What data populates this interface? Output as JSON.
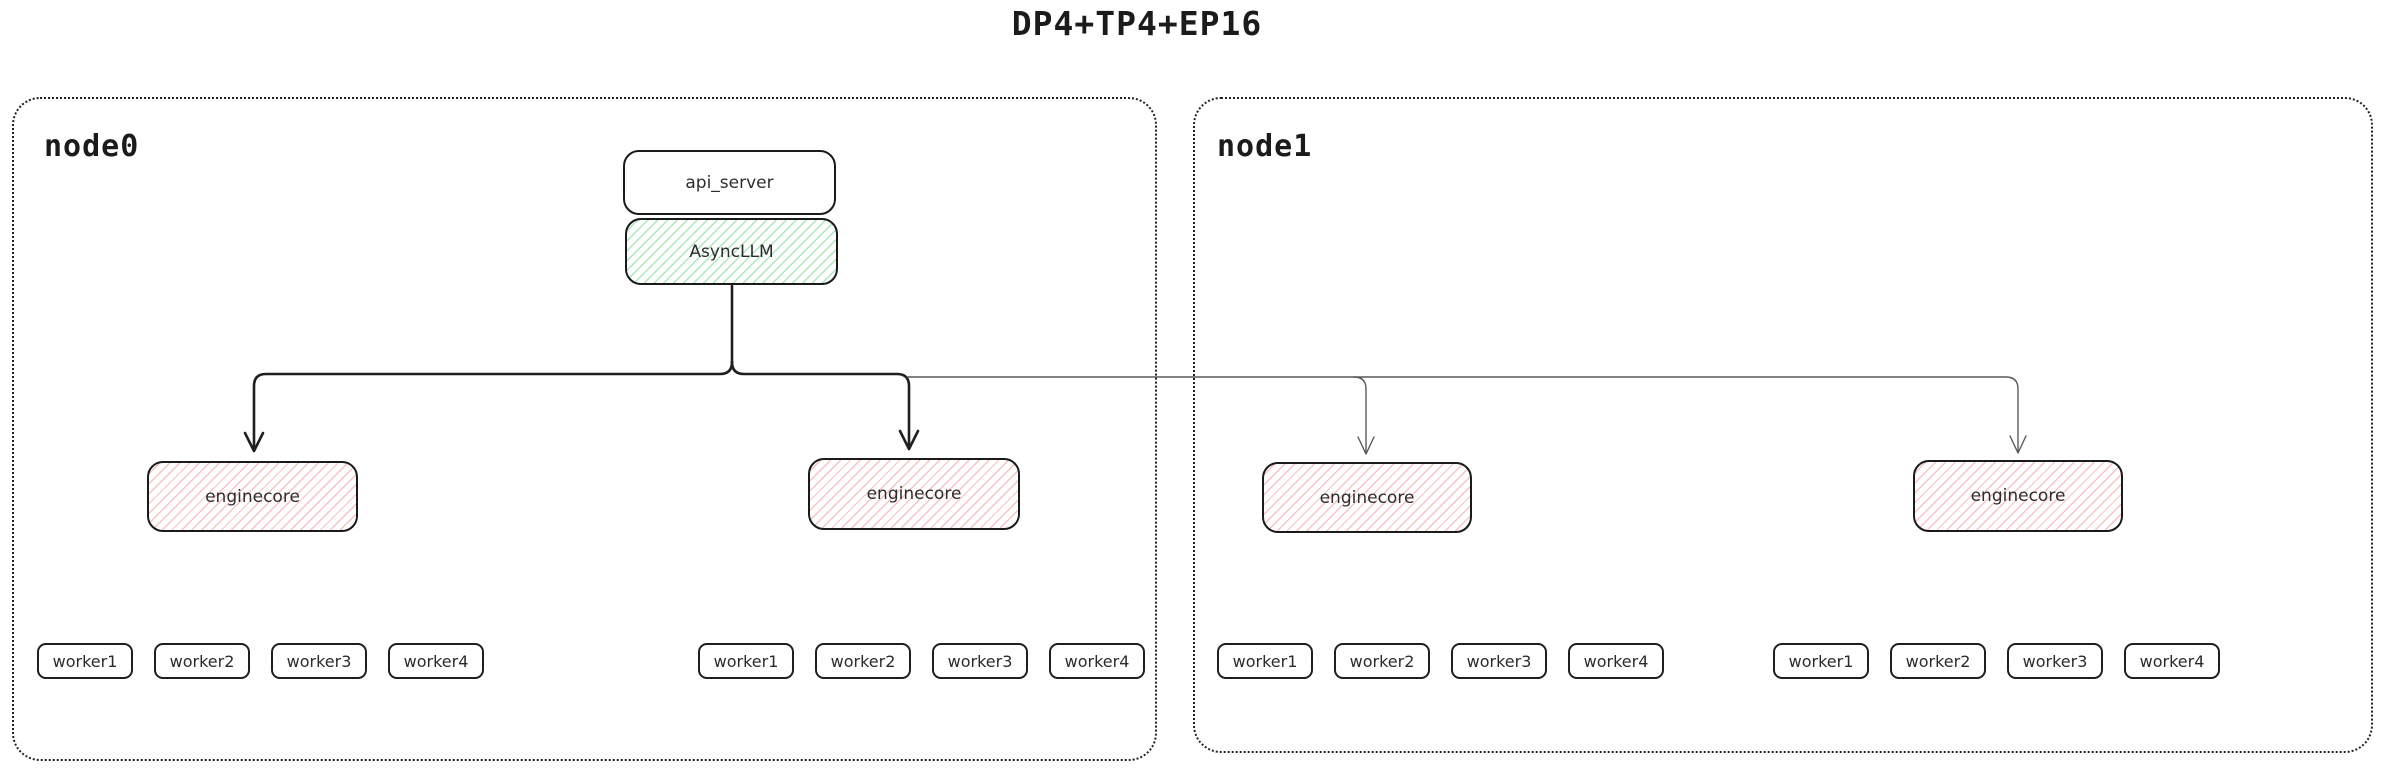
{
  "title": "DP4+TP4+EP16",
  "colors": {
    "box_border": "#1a1a1a",
    "node_border": "#222222",
    "asyncllm_hatch_green": "#7fdc92",
    "enginecore_hatch_red": "#f0938f",
    "edge_primary": "#1f1f1f",
    "edge_secondary": "#5a5a5a"
  },
  "nodes": [
    {
      "label": "node0",
      "api_server_label": "api_server",
      "asyncllm_label": "AsyncLLM",
      "enginecores": [
        "enginecore",
        "enginecore"
      ],
      "worker_groups": [
        [
          "worker1",
          "worker2",
          "worker3",
          "worker4"
        ],
        [
          "worker1",
          "worker2",
          "worker3",
          "worker4"
        ]
      ]
    },
    {
      "label": "node1",
      "enginecores": [
        "enginecore",
        "enginecore"
      ],
      "worker_groups": [
        [
          "worker1",
          "worker2",
          "worker3",
          "worker4"
        ],
        [
          "worker1",
          "worker2",
          "worker3",
          "worker4"
        ]
      ]
    }
  ]
}
